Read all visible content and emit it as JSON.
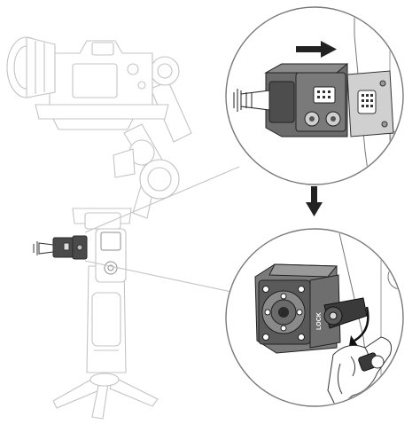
{
  "diagram": {
    "labels": {
      "lock_marking": "LOCK"
    },
    "icons": [
      "gimbal-stabilizer-icon",
      "camera-icon",
      "focus-motor-icon",
      "arrow-right-icon",
      "arrow-down-icon",
      "lock-arrow-icon",
      "hand-icon",
      "lock-knob-icon"
    ],
    "steps": [
      {
        "id": 1,
        "direction": "slide-right"
      },
      {
        "id": 2,
        "direction": "rotate-lock"
      }
    ]
  }
}
